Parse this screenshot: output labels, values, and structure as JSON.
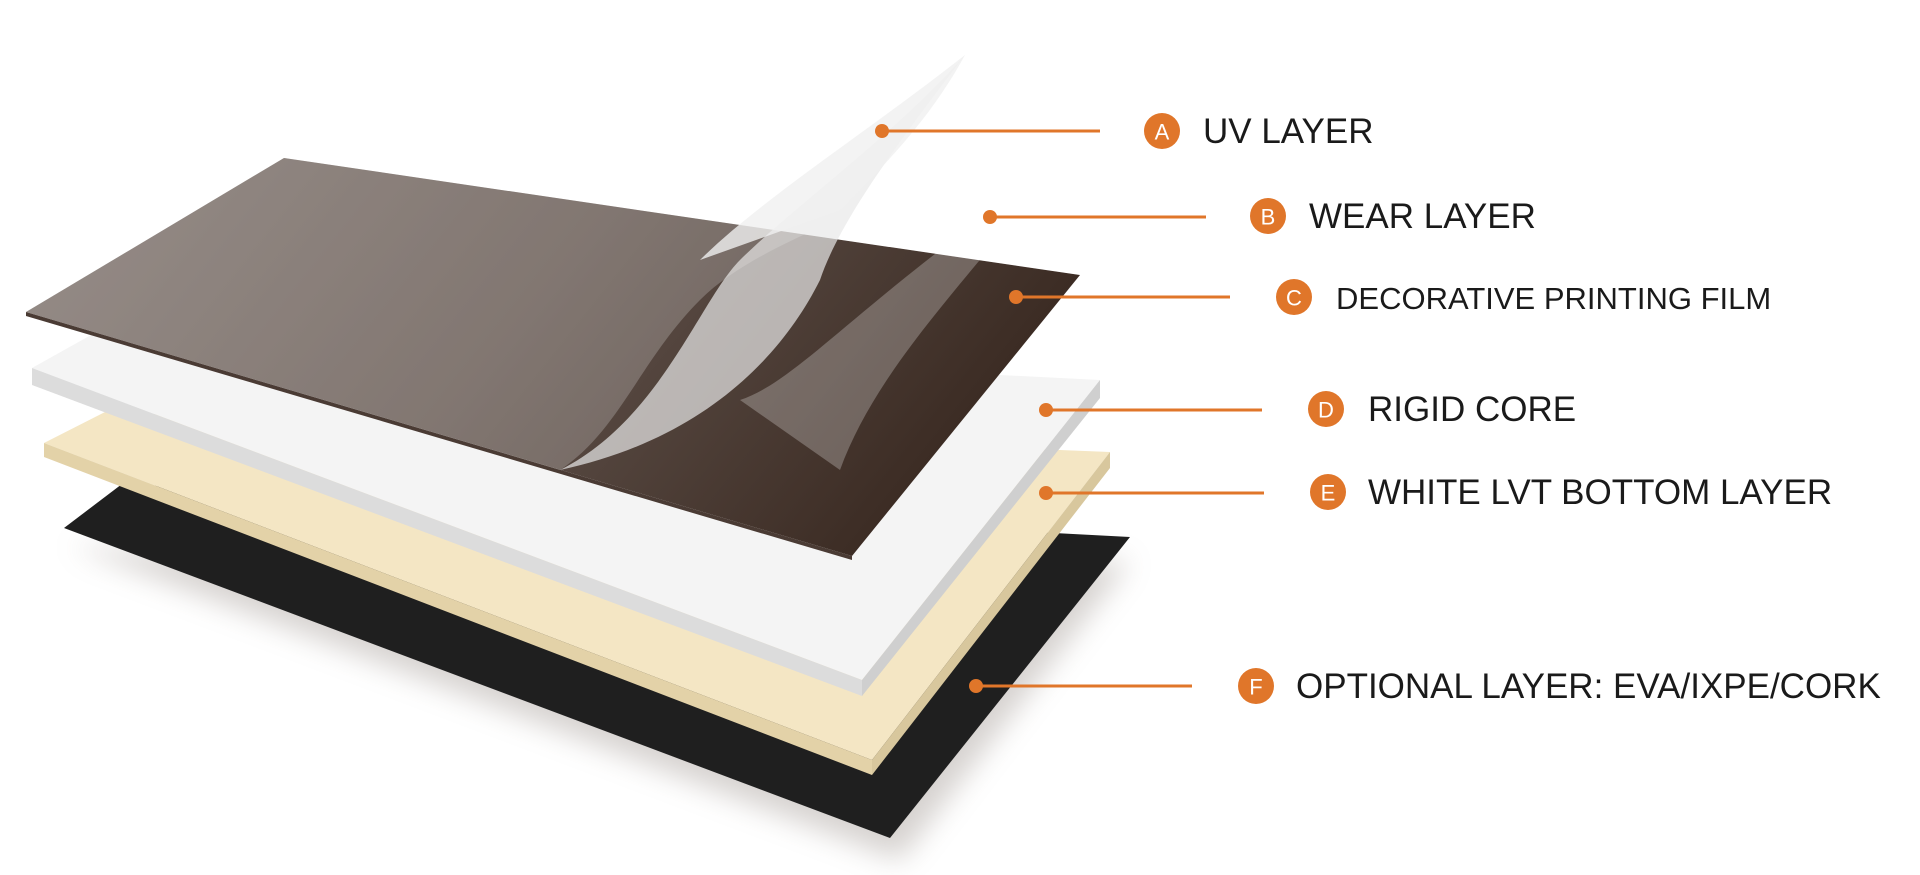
{
  "accent_color": "#e0762a",
  "layers": [
    {
      "letter": "A",
      "label": "UV LAYER"
    },
    {
      "letter": "B",
      "label": "WEAR LAYER"
    },
    {
      "letter": "C",
      "label": "DECORATIVE PRINTING FILM"
    },
    {
      "letter": "D",
      "label": "RIGID CORE"
    },
    {
      "letter": "E",
      "label": "WHITE LVT BOTTOM LAYER"
    },
    {
      "letter": "F",
      "label": "OPTIONAL LAYER: EVA/IXPE/CORK"
    }
  ]
}
